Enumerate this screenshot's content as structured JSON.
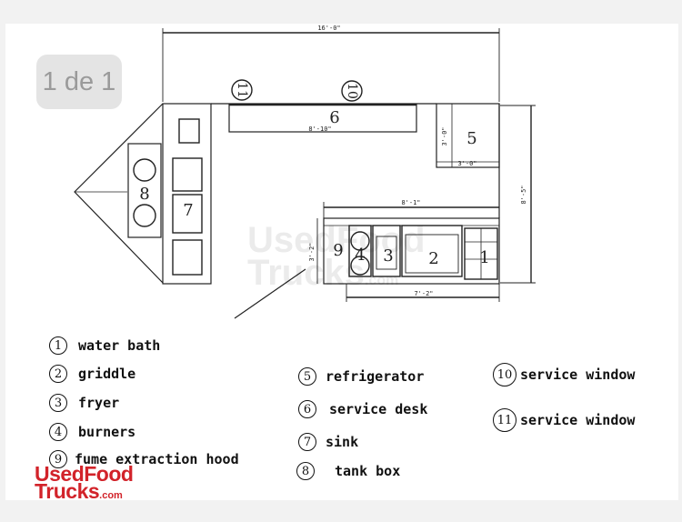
{
  "page_badge": "1 de 1",
  "dimensions": {
    "overall_width": "16'-0\"",
    "service_desk_length": "8'-10\"",
    "fridge_depth": "3'-0\"",
    "fridge_width": "3'-0\"",
    "right_height": "8'-5\"",
    "line_width": "8'-1\"",
    "line_depth": "3'-2\"",
    "line_bottom": "7'-2\""
  },
  "plan_labels": {
    "water_bath": "1",
    "griddle": "2",
    "fryer": "3",
    "burners": "4",
    "refrigerator": "5",
    "service_desk": "6",
    "sink": "7",
    "tank_box": "8",
    "fume_hood": "9",
    "window_10": "10",
    "window_11": "11"
  },
  "legend": [
    {
      "num": "1",
      "label": "water bath"
    },
    {
      "num": "2",
      "label": "griddle"
    },
    {
      "num": "3",
      "label": "fryer"
    },
    {
      "num": "4",
      "label": "burners"
    },
    {
      "num": "9",
      "label": "fume extraction hood"
    },
    {
      "num": "5",
      "label": "refrigerator"
    },
    {
      "num": "6",
      "label": "service desk"
    },
    {
      "num": "7",
      "label": "sink"
    },
    {
      "num": "8",
      "label": "tank box"
    },
    {
      "num": "10",
      "label": "service window"
    },
    {
      "num": "11",
      "label": "service window"
    }
  ],
  "logo": {
    "line1": "UsedFood",
    "line2": "Trucks",
    "domain": ".com"
  },
  "watermark": {
    "line1": "UsedFood",
    "line2": "Trucks",
    "domain": ".com"
  }
}
